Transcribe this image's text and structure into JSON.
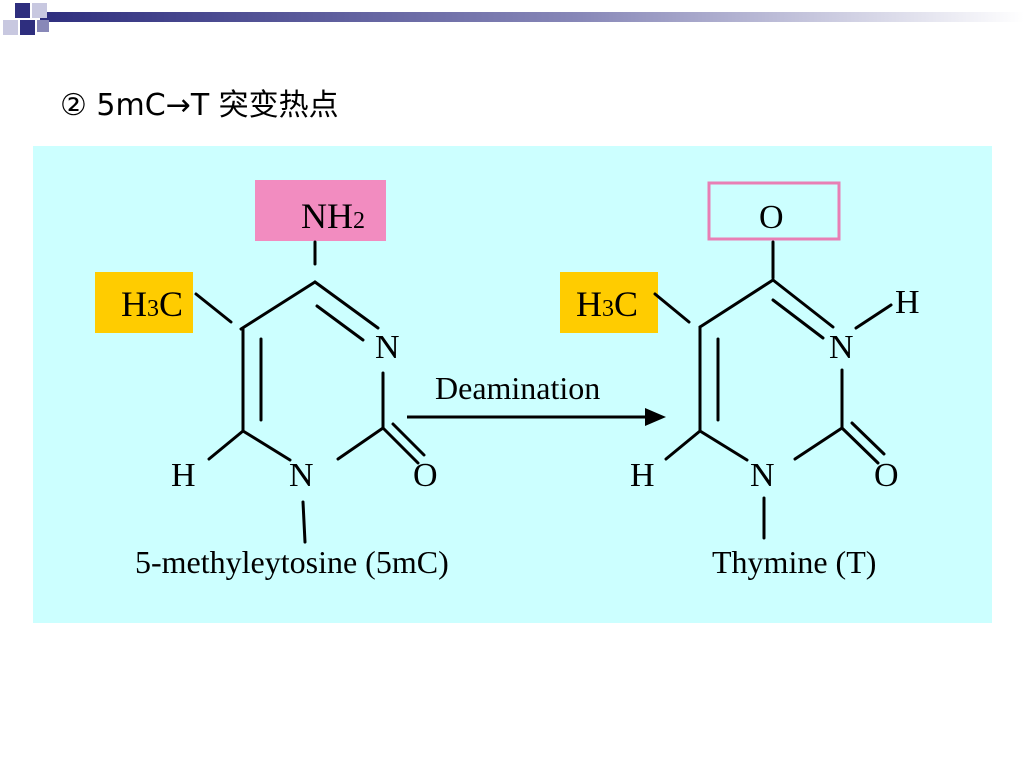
{
  "slide": {
    "title": "② 5mC→T  突变热点"
  },
  "reaction": {
    "arrow_label": "Deamination",
    "reactant": {
      "name": "5-methyleytosine (5mC)",
      "group_top": "NH",
      "group_top_sub": "2",
      "methyl_main": "H",
      "methyl_sub": "3",
      "methyl_tail": "C",
      "ring_n_right": "N",
      "ring_n_bottom": "N",
      "ring_o": "O",
      "ring_h": "H"
    },
    "product": {
      "name": "Thymine (T)",
      "group_top": "O",
      "methyl_main": "H",
      "methyl_sub": "3",
      "methyl_tail": "C",
      "ring_n_right": "N",
      "ring_n_h": "H",
      "ring_n_bottom": "N",
      "ring_o": "O",
      "ring_h": "H"
    }
  },
  "colors": {
    "panel": "#ccffff",
    "amino_highlight": "#f28cc0",
    "methyl_highlight": "#ffcc00",
    "carbonyl_box": "#e87fb5",
    "banner_dark": "#2e2e7e",
    "banner_light": "#c8c8e0"
  }
}
